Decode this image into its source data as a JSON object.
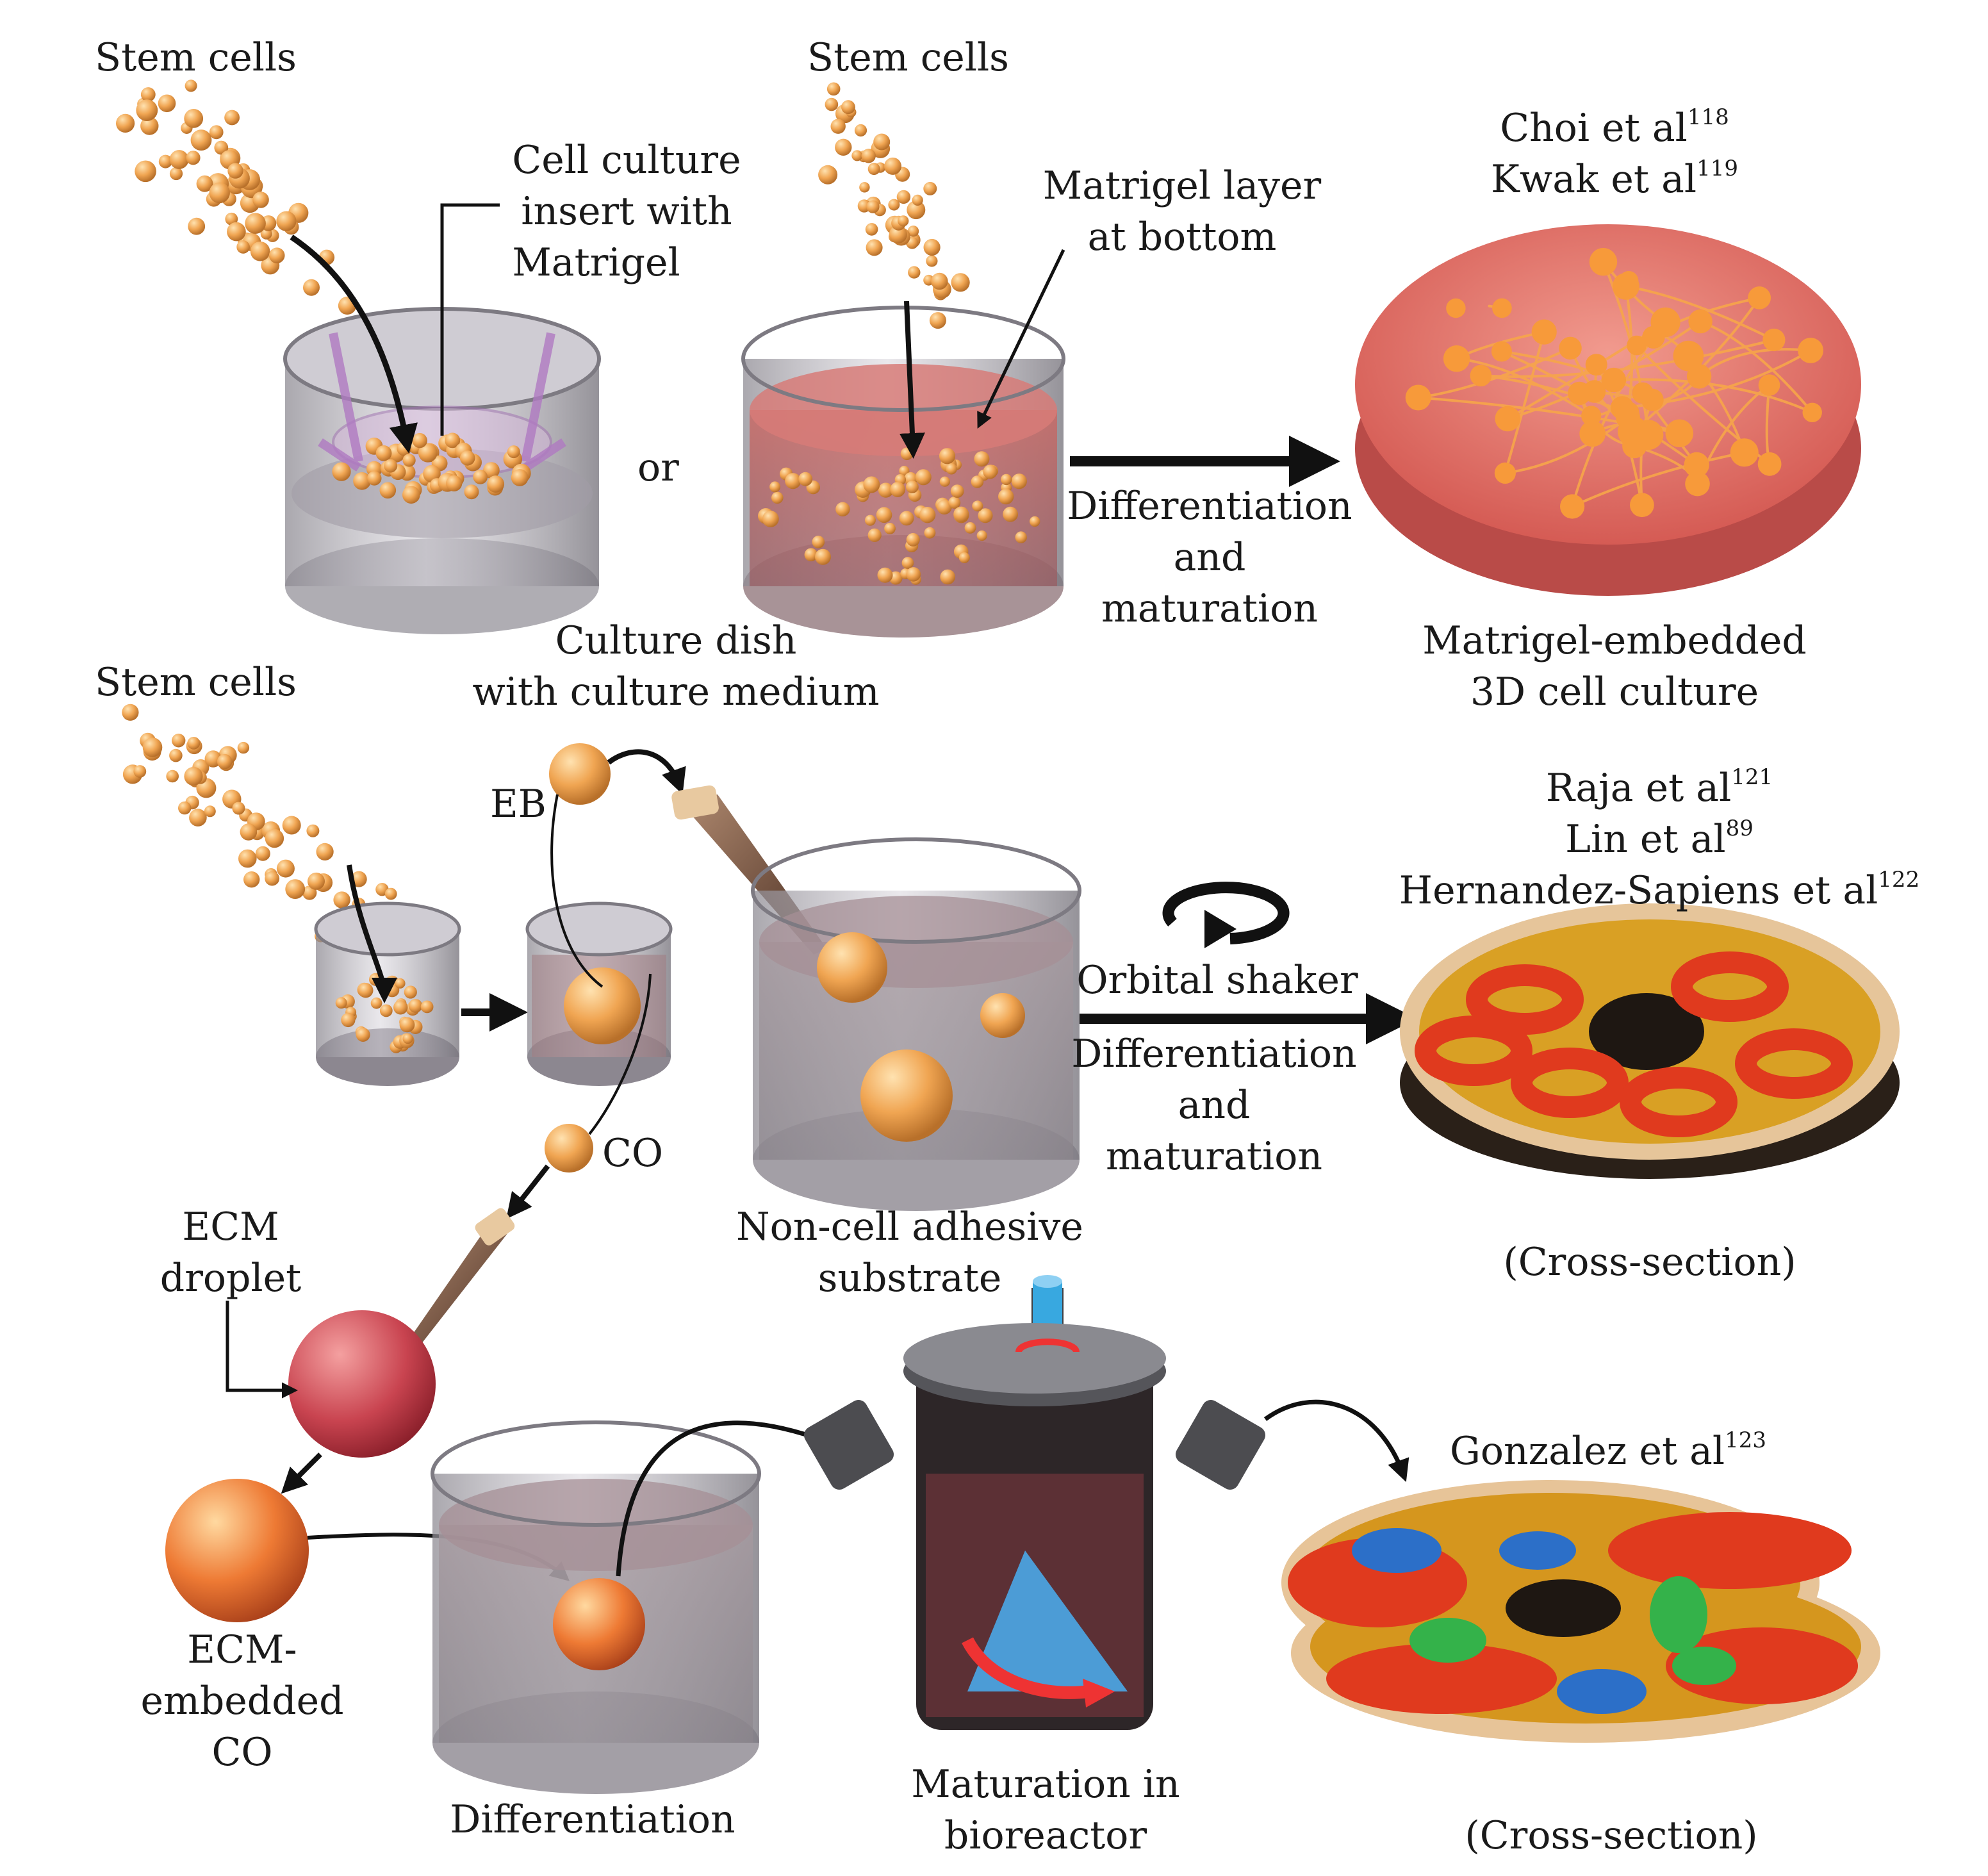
{
  "colors": {
    "text": "#1a1a1a",
    "cell": "#f0a552",
    "cell_dark": "#b8702a",
    "medium": "#c46a66",
    "glass": "#b9b6bd",
    "matrigel_pink": "#e96a63",
    "red_tissue": "#e03a1e",
    "gold_tissue": "#d79a20",
    "blue_tissue": "#2c6fc8",
    "green_tissue": "#34b24a",
    "black_core": "#1e1712",
    "bioreactor_grey": "#555558",
    "shaft_blue": "#38a8e0"
  },
  "labels": {
    "stem_cells_1": "Stem cells",
    "stem_cells_2": "Stem cells",
    "stem_cells_3": "Stem cells",
    "insert_line1": "Cell culture",
    "insert_line2": "insert with",
    "insert_line3": "Matrigel",
    "or": "or",
    "matrigel_layer_line1": "Matrigel layer",
    "matrigel_layer_line2": "at bottom",
    "culture_dish_line1": "Culture dish",
    "culture_dish_line2": "with culture medium",
    "diff_line1": "Differentiation",
    "diff_line2": "and",
    "diff_line3": "maturation",
    "matrigel_embedded_line1": "Matrigel-embedded",
    "matrigel_embedded_line2": "3D cell culture",
    "choi": "Choi et al",
    "choi_ref": "118",
    "kwak": "Kwak et al",
    "kwak_ref": "119",
    "eb": "EB",
    "co": "CO",
    "orbital_shaker": "Orbital shaker",
    "diff2_line1": "Differentiation",
    "diff2_line2": "and",
    "diff2_line3": "maturation",
    "raja": "Raja et al",
    "raja_ref": "121",
    "lin": "Lin et al",
    "lin_ref": "89",
    "hernandez": "Hernandez-Sapiens et al",
    "hernandez_ref": "122",
    "non_cell_line1": "Non-cell adhesive",
    "non_cell_line2": "substrate",
    "cross_section_1": "(Cross-section)",
    "ecm_droplet_line1": "ECM",
    "ecm_droplet_line2": "droplet",
    "ecm_embedded_line1": "ECM-",
    "ecm_embedded_line2": "embedded",
    "ecm_embedded_line3": "CO",
    "differentiation": "Differentiation",
    "maturation_bio_line1": "Maturation in",
    "maturation_bio_line2": "bioreactor",
    "gonzalez": "Gonzalez et al",
    "gonzalez_ref": "123",
    "cross_section_2": "(Cross-section)"
  }
}
